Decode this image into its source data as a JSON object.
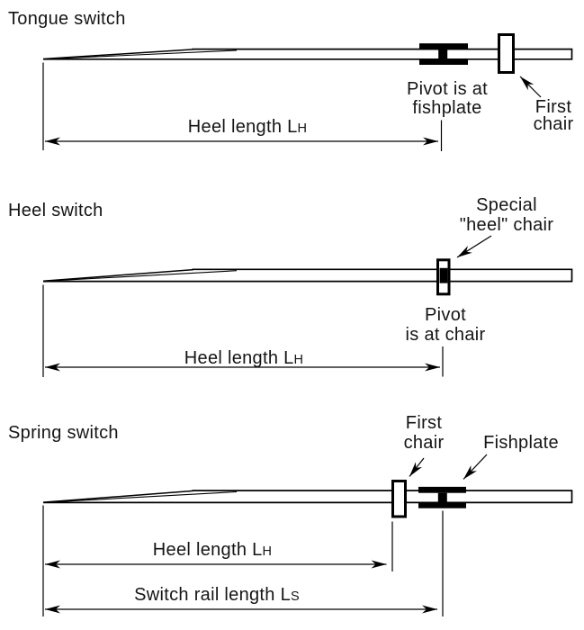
{
  "figure": {
    "background_color": "#ffffff",
    "ink_color": "#000000"
  },
  "panels": [
    {
      "title": "Tongue switch",
      "pivot_note_line1": "Pivot is at",
      "pivot_note_line2": "fishplate",
      "chair_label_line1": "First",
      "chair_label_line2": "chair",
      "heel_dim_label": "Heel length L",
      "heel_dim_sub": "H"
    },
    {
      "title": "Heel switch",
      "chair_label_line1": "Special",
      "chair_label_line2": "\"heel\" chair",
      "pivot_note_line1": "Pivot",
      "pivot_note_line2": "is at chair",
      "heel_dim_label": "Heel length L",
      "heel_dim_sub": "H"
    },
    {
      "title": "Spring switch",
      "chair_label_line1": "First",
      "chair_label_line2": "chair",
      "fishplate_label": "Fishplate",
      "heel_dim_label": "Heel length L",
      "heel_dim_sub": "H",
      "switch_dim_label": "Switch rail length L",
      "switch_dim_sub": "S"
    }
  ]
}
